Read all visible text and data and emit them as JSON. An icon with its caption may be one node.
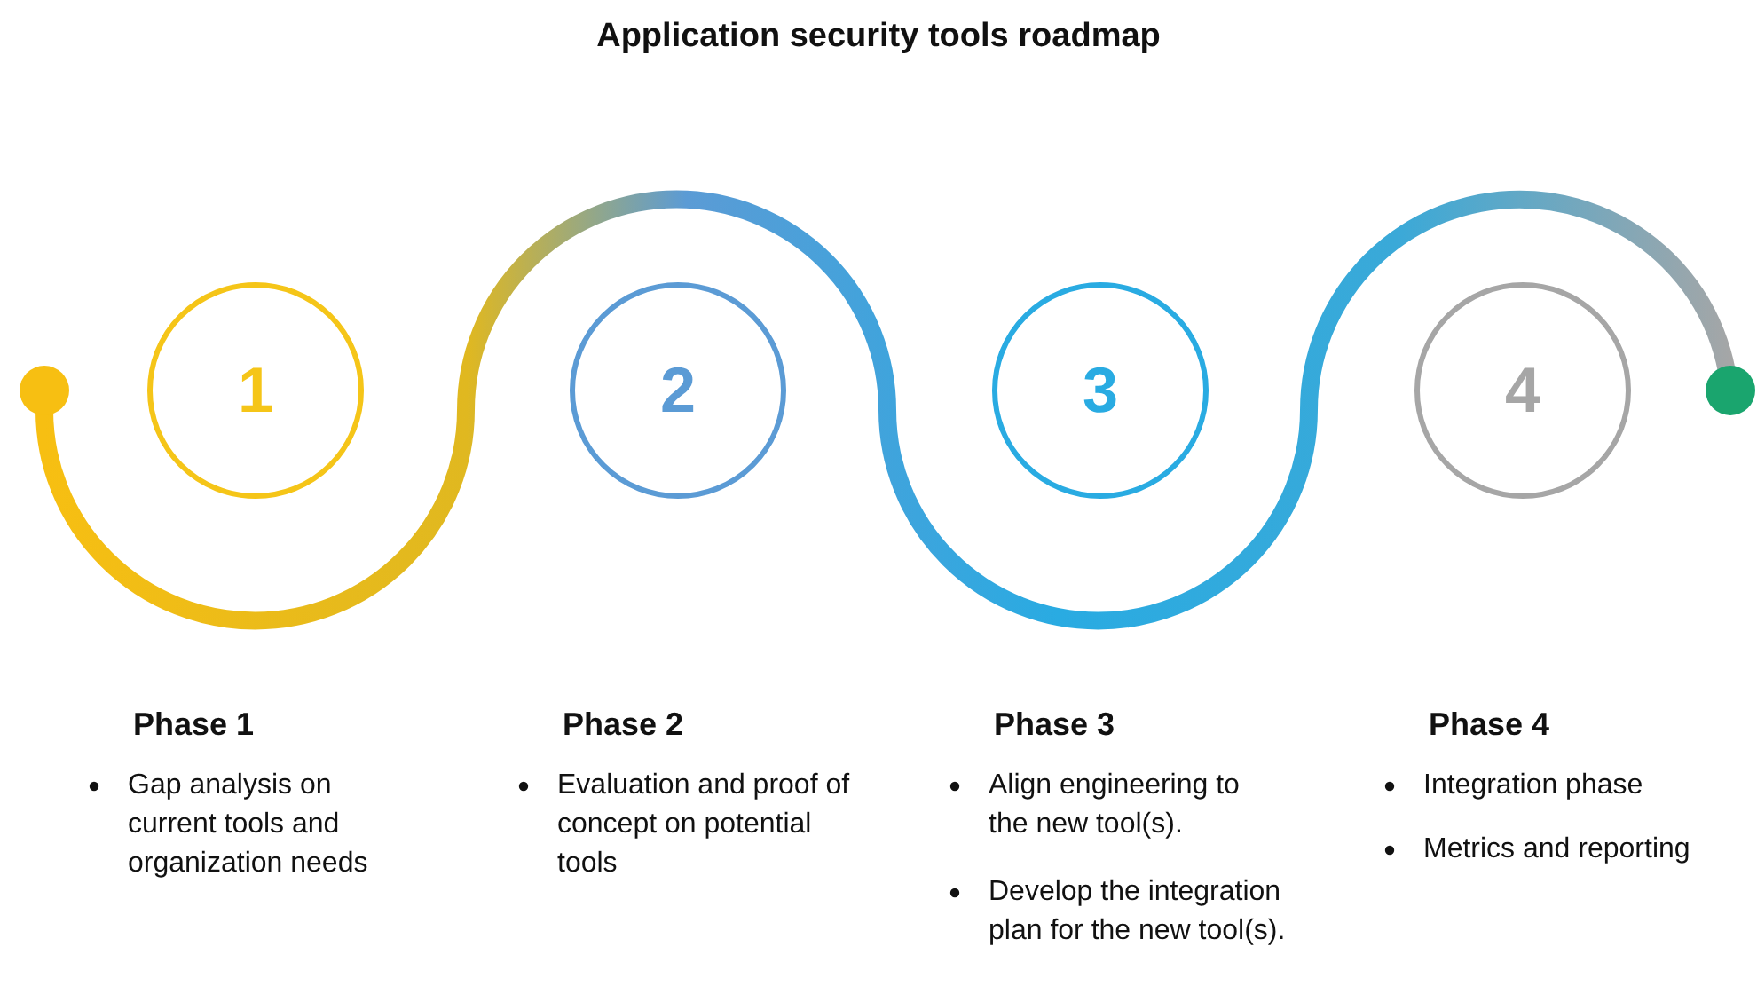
{
  "diagram": {
    "title": "Application security tools roadmap",
    "nodes": [
      {
        "text": [],
        "shape": "circle"
      },
      {
        "text": [
          "1"
        ]
      },
      {
        "text": [
          "2"
        ]
      },
      {
        "text": [
          "3"
        ]
      },
      {
        "text": [
          "4"
        ]
      },
      {
        "text": [],
        "shape": "circle"
      }
    ],
    "edges": [
      {
        "from": 0,
        "to": 5,
        "arrow": "none"
      }
    ],
    "labels": [
      "Phase 1",
      "Gap analysis on current tools and organization needs",
      "Phase 2",
      "Evaluation and proof of concept on potential tools",
      "Phase 3",
      "Align engineering to the new tool(s).",
      "Develop the integration plan for the new tool(s).",
      "Phase 4",
      "Integration phase",
      "Metrics and reporting"
    ]
  }
}
